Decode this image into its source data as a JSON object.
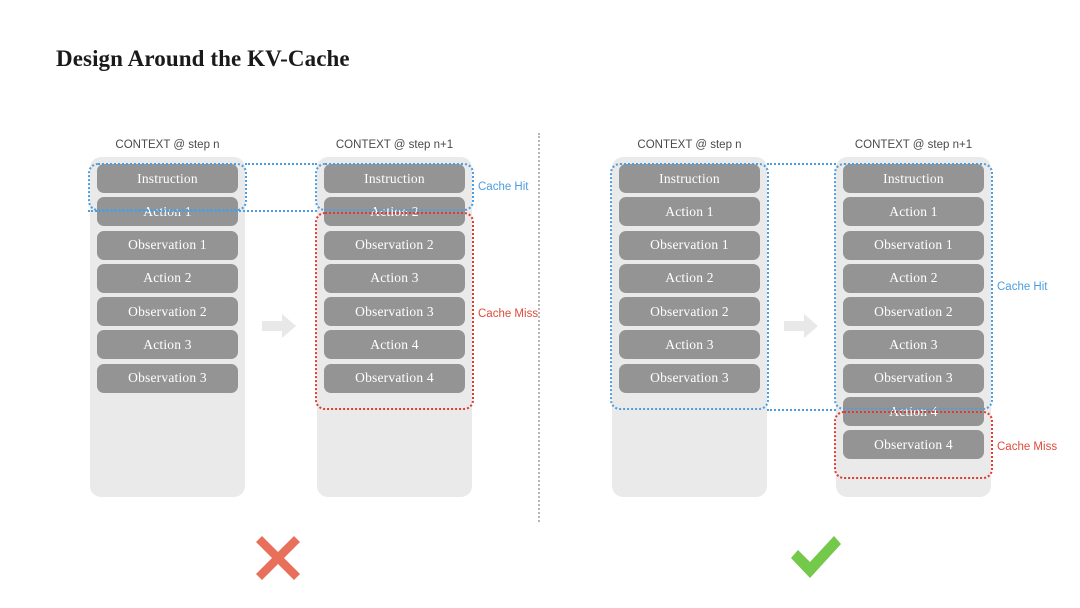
{
  "slide": {
    "title": "Design Around the KV-Cache"
  },
  "colors": {
    "pill": "#949494",
    "container": "#eaeaea",
    "cache_hit": "#4d9de0",
    "cache_miss": "#e03b2f",
    "cross": "#e8705a",
    "check": "#74c84a",
    "divider": "#b7b7b7",
    "arrow": "#e8e8e8"
  },
  "labels": {
    "cache_hit": "Cache Hit",
    "cache_miss": "Cache Miss",
    "step_n": "CONTEXT @ step n",
    "step_n1": "CONTEXT @ step n+1",
    "arrow_icon": "arrow-right-icon",
    "cross_icon": "cross-mark-icon",
    "check_icon": "check-mark-icon"
  },
  "bad_example": {
    "verdict": "cross-mark-icon",
    "left_column": {
      "header": "CONTEXT @ step n",
      "items": [
        "Instruction",
        "Action 1",
        "Observation 1",
        "Action 2",
        "Observation 2",
        "Action 3",
        "Observation 3"
      ]
    },
    "right_column": {
      "header": "CONTEXT @ step n+1",
      "items": [
        "Instruction",
        "Action 2",
        "Observation 2",
        "Action 3",
        "Observation 3",
        "Action 4",
        "Observation 4"
      ]
    },
    "cache_hit_label": "Cache Hit",
    "cache_miss_label": "Cache Miss"
  },
  "good_example": {
    "verdict": "check-mark-icon",
    "left_column": {
      "header": "CONTEXT @ step n",
      "items": [
        "Instruction",
        "Action 1",
        "Observation 1",
        "Action 2",
        "Observation 2",
        "Action 3",
        "Observation 3"
      ]
    },
    "right_column": {
      "header": "CONTEXT @ step n+1",
      "items": [
        "Instruction",
        "Action 1",
        "Observation 1",
        "Action 2",
        "Observation 2",
        "Action 3",
        "Observation 3",
        "Action 4",
        "Observation 4"
      ]
    },
    "cache_hit_label": "Cache Hit",
    "cache_miss_label": "Cache Miss"
  }
}
